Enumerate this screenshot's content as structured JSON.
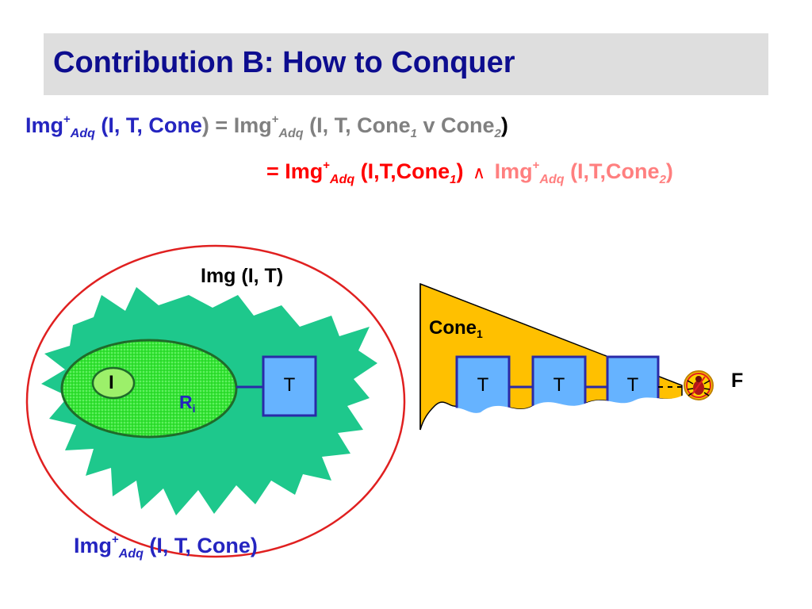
{
  "title": "Contribution B: How to Conquer",
  "line1": {
    "img_left": "Img",
    "plus": "+",
    "adq": "Adq",
    "args_left": "(I, T, Cone",
    "close_paren": ")",
    "eq_img": "= Img",
    "args_right_1": "(I, T, Cone",
    "idx_1": "1",
    "or_cone": "v Cone",
    "idx_2": "2",
    "close": ")"
  },
  "line2": {
    "eq_img": "= Img",
    "plus": "+",
    "adq": "Adq",
    "args_1": "(I,T,Cone",
    "idx_1": "1",
    "close_1": ")",
    "and_symbol": "∧",
    "img_2": "Img",
    "args_2": "(I,T,Cone",
    "idx_2": "2",
    "close_2": ")"
  },
  "diagram": {
    "img_label": "Img (I, T)",
    "initial_label": "I",
    "reach_label": "R",
    "reach_sub": "i",
    "target_label": "T",
    "cone_label": "Cone",
    "cone_sub": "1",
    "cone_targets": [
      "T",
      "T",
      "T"
    ],
    "failure_label": "F",
    "bug_icon": "bug-icon",
    "bottom_img": "Img",
    "bottom_plus": "+",
    "bottom_adq": "Adq",
    "bottom_args": "(I, T, Cone",
    "bottom_close": ")"
  },
  "colors": {
    "title": "#0d0d8f",
    "title_bg": "#dedede",
    "blue_text": "#2525c0",
    "gray_text": "#808080",
    "red_text": "#ff0000",
    "pink_text": "#ff7f7f",
    "blob": "#1ec88c",
    "reach_set": "#33e633",
    "box": "#66b3ff",
    "box_border": "#2a2aa8",
    "cone": "#ffc000",
    "outer_ellipse": "#e02020"
  }
}
